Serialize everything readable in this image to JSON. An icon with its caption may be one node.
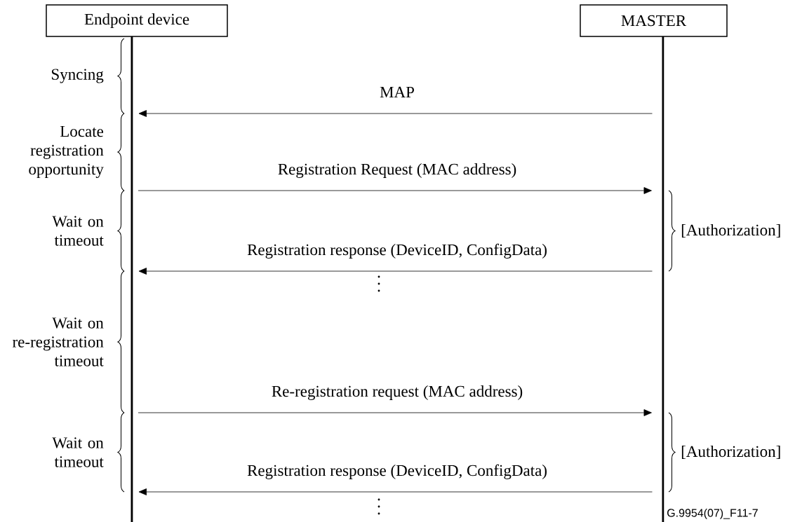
{
  "diagram": {
    "nodes": [
      {
        "text": [
          "Endpoint device"
        ]
      },
      {
        "text": [
          "MASTER"
        ]
      }
    ],
    "edges": [
      {
        "from": 1,
        "to": 0,
        "arrow": "to",
        "label": "MAP"
      },
      {
        "from": 0,
        "to": 1,
        "arrow": "to",
        "label": "Registration Request (MAC address)"
      },
      {
        "from": 1,
        "to": 0,
        "arrow": "to",
        "label": "Registration response (DeviceID, ConfigData)"
      },
      {
        "from": 0,
        "to": 1,
        "arrow": "to",
        "label": "Re-registration request (MAC address)"
      },
      {
        "from": 1,
        "to": 0,
        "arrow": "to",
        "label": "Registration response (DeviceID, ConfigData)"
      }
    ],
    "labels": [
      "Syncing",
      "Locate registration opportunity",
      "Wait on timeout",
      "Wait on re-registration timeout",
      "Wait on timeout",
      "[Authorization]",
      "[Authorization]",
      "G.9954(07)_F11-7"
    ]
  }
}
